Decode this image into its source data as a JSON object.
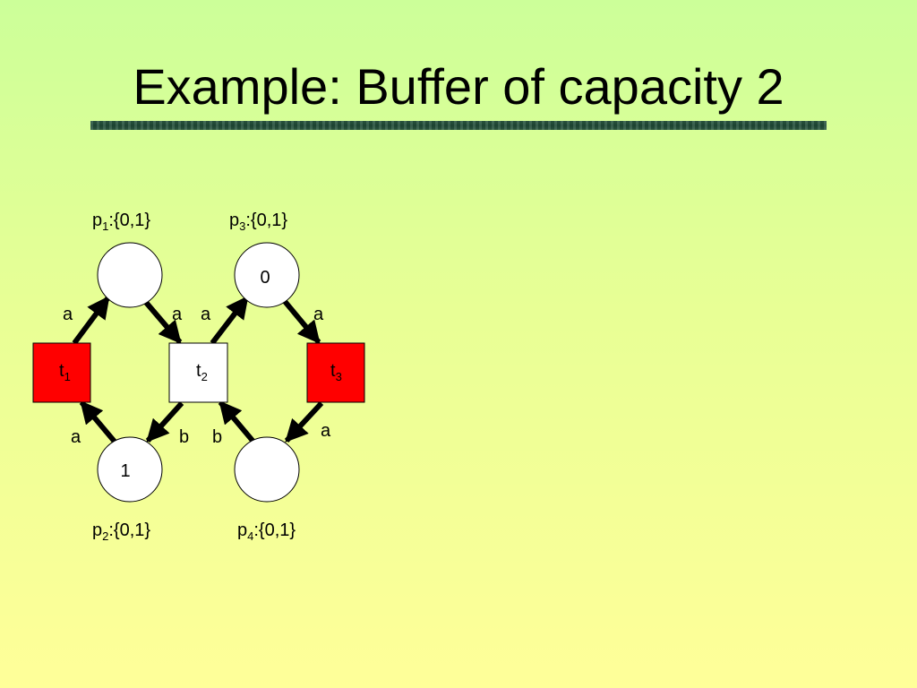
{
  "title": "Example: Buffer of capacity 2",
  "colors": {
    "background_top": "#ccff99",
    "background_bottom": "#ffff99",
    "title_rule": "#2f5b45",
    "enabled_transition": "#ff0000",
    "disabled_transition": "#ffffff",
    "place_fill": "#ffffff"
  },
  "places": [
    {
      "id": "p1",
      "name": "p",
      "index": "1",
      "domain": ":{0,1}",
      "token": ""
    },
    {
      "id": "p2",
      "name": "p",
      "index": "2",
      "domain": ":{0,1}",
      "token": "1"
    },
    {
      "id": "p3",
      "name": "p",
      "index": "3",
      "domain": ":{0,1}",
      "token": "0"
    },
    {
      "id": "p4",
      "name": "p",
      "index": "4",
      "domain": ":{0,1}",
      "token": ""
    }
  ],
  "transitions": [
    {
      "id": "t1",
      "name": "t",
      "index": "1",
      "enabled": true
    },
    {
      "id": "t2",
      "name": "t",
      "index": "2",
      "enabled": false
    },
    {
      "id": "t3",
      "name": "t",
      "index": "3",
      "enabled": true
    }
  ],
  "arcs": [
    {
      "from": "t1",
      "to": "p1",
      "label": "a"
    },
    {
      "from": "p1",
      "to": "t2",
      "label": "a"
    },
    {
      "from": "t2",
      "to": "p3",
      "label": "a"
    },
    {
      "from": "p3",
      "to": "t3",
      "label": "a"
    },
    {
      "from": "p2",
      "to": "t1",
      "label": "a"
    },
    {
      "from": "t2",
      "to": "p2",
      "label": "b"
    },
    {
      "from": "p4",
      "to": "t2",
      "label": "b"
    },
    {
      "from": "t3",
      "to": "p4",
      "label": "a"
    }
  ]
}
